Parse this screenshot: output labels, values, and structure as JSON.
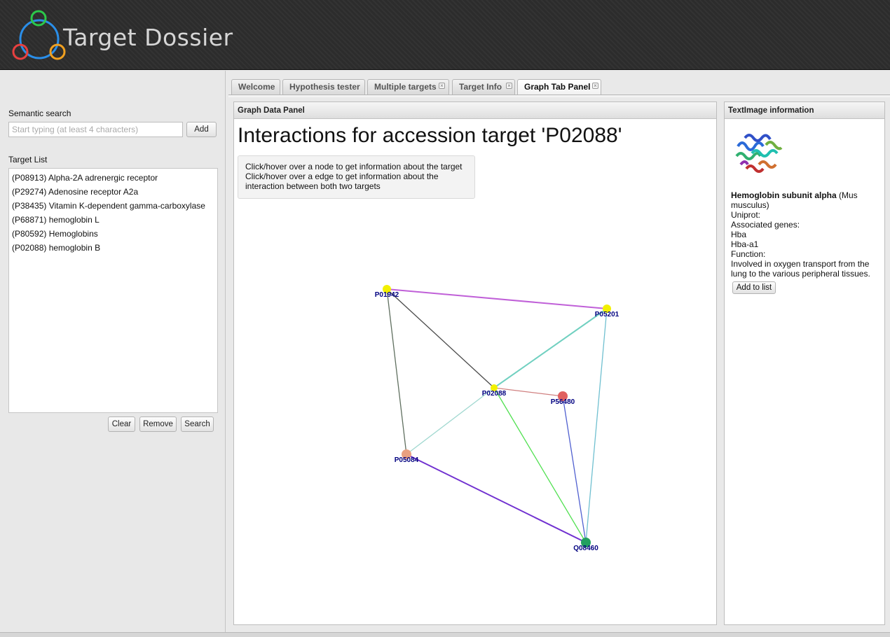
{
  "header": {
    "brand": "Target Dossier"
  },
  "left_panel": {
    "semantic_search_label": "Semantic search",
    "search_placeholder": "Start typing (at least 4 characters)",
    "add_label": "Add",
    "target_list_label": "Target List",
    "targets": [
      "(P08913) Alpha-2A adrenergic receptor",
      "(P29274) Adenosine receptor A2a",
      "(P38435) Vitamin K-dependent gamma-carboxylase",
      "(P68871) hemoglobin L",
      "(P80592) Hemoglobins",
      "(P02088) hemoglobin B"
    ],
    "clear_label": "Clear",
    "remove_label": "Remove",
    "search_label": "Search"
  },
  "tabs": [
    {
      "label": "Welcome",
      "closable": false
    },
    {
      "label": "Hypothesis tester",
      "closable": false
    },
    {
      "label": "Multiple targets",
      "closable": true
    },
    {
      "label": "Target Info",
      "closable": true
    },
    {
      "label": "Graph Tab Panel",
      "closable": true,
      "active": true
    }
  ],
  "close_glyph": "×",
  "graph_panel": {
    "title": "Graph Data Panel",
    "heading": "Interactions for accession target 'P02088'",
    "hint_line1": "Click/hover over a node to get information about the target",
    "hint_line2": "Click/hover over a edge to get information about the interaction between both two targets",
    "nodes": [
      {
        "id": "P01942",
        "color": "#f2f000"
      },
      {
        "id": "P05201",
        "color": "#f2f000"
      },
      {
        "id": "P02088",
        "color": "#f2f000"
      },
      {
        "id": "P56480",
        "color": "#e06060"
      },
      {
        "id": "P05084",
        "color": "#e9a080"
      },
      {
        "id": "Q08460",
        "color": "#22a060"
      }
    ],
    "edges": [
      {
        "from": "P01942",
        "to": "P05201",
        "color": "#c060d8"
      },
      {
        "from": "P01942",
        "to": "P02088",
        "color": "#4a4a4a"
      },
      {
        "from": "P01942",
        "to": "P05084",
        "color": "#607060"
      },
      {
        "from": "P05201",
        "to": "P02088",
        "color": "#70d0c0"
      },
      {
        "from": "P05201",
        "to": "Q08460",
        "color": "#70c0d0"
      },
      {
        "from": "P02088",
        "to": "P56480",
        "color": "#d08080"
      },
      {
        "from": "P02088",
        "to": "P05084",
        "color": "#a0d8d0"
      },
      {
        "from": "P02088",
        "to": "Q08460",
        "color": "#50e050"
      },
      {
        "from": "P56480",
        "to": "Q08460",
        "color": "#5060d0"
      },
      {
        "from": "P05084",
        "to": "Q08460",
        "color": "#7030d0"
      }
    ]
  },
  "info_panel": {
    "title": "TextImage information",
    "protein_name": "Hemoglobin subunit alpha",
    "organism": "(Mus musculus)",
    "uniprot_label": "Uniprot:",
    "genes_label": "Associated genes:",
    "genes": [
      "Hba",
      "Hba-a1"
    ],
    "function_label": "Function:",
    "function_text": "Involved in oxygen transport from the lung to the various peripheral tissues.",
    "add_to_list_label": "Add to list"
  }
}
